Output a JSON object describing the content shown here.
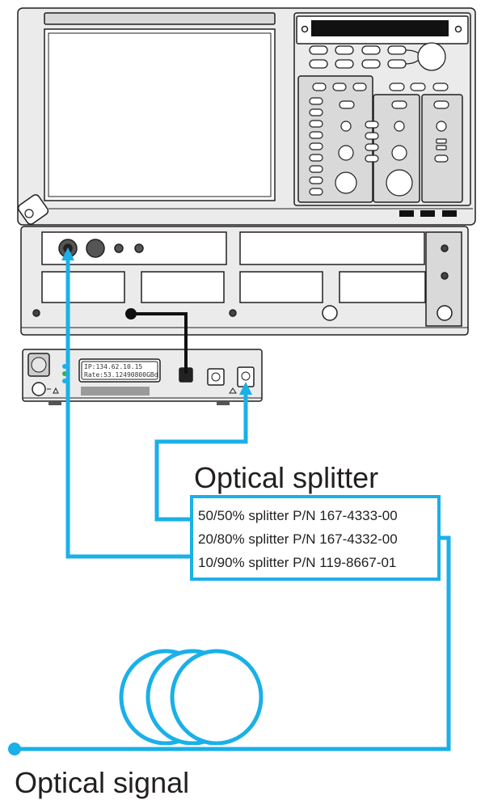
{
  "labels": {
    "splitter_title": "Optical splitter",
    "signal_label": "Optical signal"
  },
  "splitter_items": [
    "50/50% splitter P/N 167-4333-00",
    "20/80% splitter P/N 167-4332-00",
    "10/90% splitter P/N 119-8667-01"
  ],
  "small_instrument": {
    "display_line1": "IP:134.62.10.15",
    "display_line2": "Rate:53.12490800GBd"
  },
  "colors": {
    "fiber": "#1ab0e8",
    "outline": "#231f20",
    "panel": "#ebebeb",
    "led_green": "#2fb34a",
    "led_blue": "#1ab0e8"
  }
}
